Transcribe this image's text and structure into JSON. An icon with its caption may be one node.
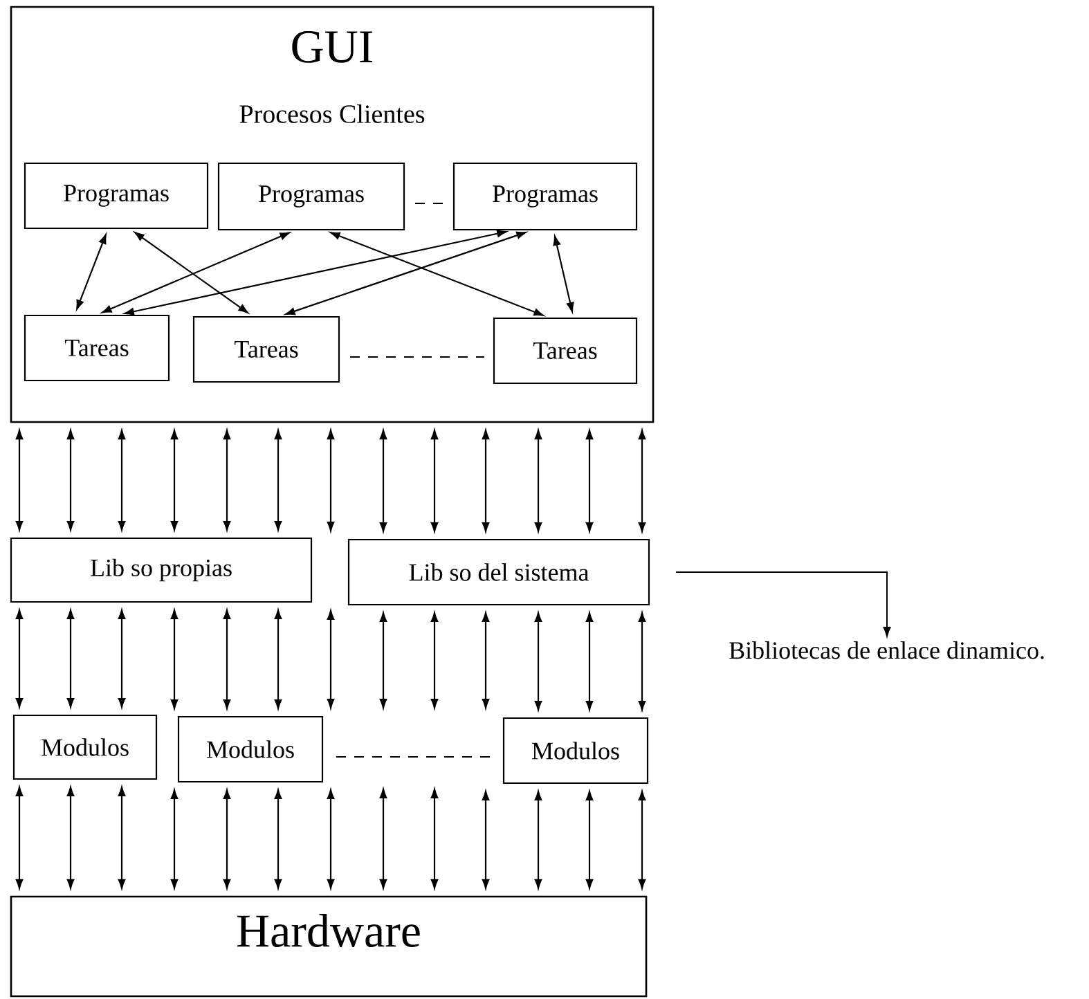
{
  "diagram": {
    "nodes": [
      {
        "text": [
          "GUI",
          "Procesos Clientes"
        ]
      },
      {
        "text": [
          "Programas"
        ],
        "in": 0
      },
      {
        "text": [
          "Programas"
        ],
        "in": 0
      },
      {
        "text": [
          "Programas"
        ],
        "in": 0
      },
      {
        "text": [
          "Tareas"
        ],
        "in": 0
      },
      {
        "text": [
          "Tareas"
        ],
        "in": 0
      },
      {
        "text": [
          "Tareas"
        ],
        "in": 0
      },
      {
        "text": [
          "Lib so propias"
        ]
      },
      {
        "text": [
          "Lib so del sistema"
        ]
      },
      {
        "text": [
          "Modulos"
        ]
      },
      {
        "text": [
          "Modulos"
        ]
      },
      {
        "text": [
          "Modulos"
        ]
      },
      {
        "text": [
          "Hardware"
        ]
      },
      {
        "text": [
          "Bibliotecas de enlace dinamico."
        ]
      }
    ],
    "edges": [
      {
        "from": 1,
        "to": 4,
        "arrow": "both"
      },
      {
        "from": 1,
        "to": 5,
        "arrow": "both"
      },
      {
        "from": 2,
        "to": 4,
        "arrow": "both"
      },
      {
        "from": 2,
        "to": 6,
        "arrow": "both"
      },
      {
        "from": 3,
        "to": 4,
        "arrow": "both"
      },
      {
        "from": 3,
        "to": 5,
        "arrow": "both"
      },
      {
        "from": 3,
        "to": 6,
        "arrow": "both"
      },
      {
        "from": 0,
        "to": 7,
        "arrow": "both"
      },
      {
        "from": 0,
        "to": 7,
        "arrow": "both"
      },
      {
        "from": 0,
        "to": 7,
        "arrow": "both"
      },
      {
        "from": 0,
        "to": 7,
        "arrow": "both"
      },
      {
        "from": 0,
        "to": 7,
        "arrow": "both"
      },
      {
        "from": 0,
        "to": 7,
        "arrow": "both"
      },
      {
        "from": 0,
        "to": null,
        "arrow": "both"
      },
      {
        "from": 0,
        "to": 8,
        "arrow": "both"
      },
      {
        "from": 0,
        "to": 8,
        "arrow": "both"
      },
      {
        "from": 0,
        "to": 8,
        "arrow": "both"
      },
      {
        "from": 0,
        "to": 8,
        "arrow": "both"
      },
      {
        "from": 0,
        "to": 8,
        "arrow": "both"
      },
      {
        "from": 0,
        "to": 8,
        "arrow": "both"
      },
      {
        "from": 7,
        "to": 9,
        "arrow": "both"
      },
      {
        "from": 7,
        "to": 9,
        "arrow": "both"
      },
      {
        "from": 7,
        "to": 9,
        "arrow": "both"
      },
      {
        "from": 7,
        "to": 10,
        "arrow": "both"
      },
      {
        "from": 7,
        "to": 10,
        "arrow": "both"
      },
      {
        "from": 7,
        "to": 10,
        "arrow": "both"
      },
      {
        "from": 8,
        "to": null,
        "arrow": "both"
      },
      {
        "from": 8,
        "to": null,
        "arrow": "both"
      },
      {
        "from": 8,
        "to": null,
        "arrow": "both"
      },
      {
        "from": 8,
        "to": 11,
        "arrow": "both"
      },
      {
        "from": 8,
        "to": 11,
        "arrow": "both"
      },
      {
        "from": 8,
        "to": 11,
        "arrow": "both"
      },
      {
        "from": 9,
        "to": 12,
        "arrow": "both"
      },
      {
        "from": 9,
        "to": 12,
        "arrow": "both"
      },
      {
        "from": 9,
        "to": 12,
        "arrow": "both"
      },
      {
        "from": 10,
        "to": 12,
        "arrow": "both"
      },
      {
        "from": 10,
        "to": 12,
        "arrow": "both"
      },
      {
        "from": 10,
        "to": 12,
        "arrow": "both"
      },
      {
        "from": 10,
        "to": 12,
        "arrow": "both"
      },
      {
        "from": null,
        "to": 12,
        "arrow": "both"
      },
      {
        "from": null,
        "to": 12,
        "arrow": "both"
      },
      {
        "from": 11,
        "to": 12,
        "arrow": "both"
      },
      {
        "from": 11,
        "to": 12,
        "arrow": "both"
      },
      {
        "from": 11,
        "to": 12,
        "arrow": "both"
      },
      {
        "from": 11,
        "to": 12,
        "arrow": "both"
      },
      {
        "from": 8,
        "to": 13,
        "arrow": "to"
      }
    ]
  }
}
